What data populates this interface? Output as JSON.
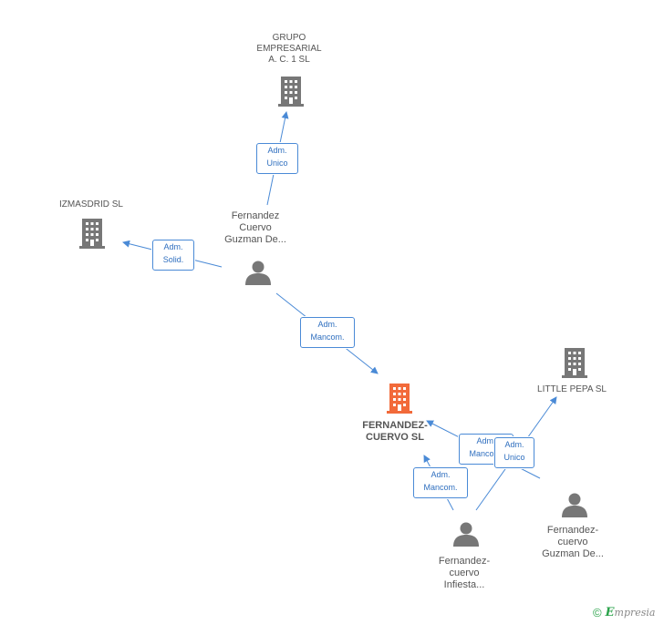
{
  "nodes": {
    "grupo": {
      "label": "GRUPO\nEMPRESARIAL\nA. C. 1 SL"
    },
    "izmasdrid": {
      "label": "IZMASDRID SL"
    },
    "fernandez_cuervo_sl": {
      "label": "FERNANDEZ-\nCUERVO SL"
    },
    "little_pepa": {
      "label": "LITTLE PEPA  SL"
    },
    "person_guzman_top": {
      "label": "Fernandez\nCuervo\nGuzman De..."
    },
    "person_infiesta": {
      "label": "Fernandez-\ncuervo\nInfiesta..."
    },
    "person_guzman_bottom": {
      "label": "Fernandez-\ncuervo\nGuzman De..."
    }
  },
  "edges": {
    "to_grupo": "Adm.\nUnico",
    "to_izmasdrid": "Adm.\nSolid.",
    "to_main_top": "Adm.\nMancom.",
    "to_main_infiesta": "Adm.\nMancom.",
    "to_main_right": "Adm.\nMancom.",
    "to_little_pepa": "Adm.\nUnico"
  },
  "footer": {
    "copyright": "©",
    "brand_first": "E",
    "brand_rest": "mpresia"
  },
  "colors": {
    "company": "#777777",
    "main_company": "#f26a3a",
    "edge": "#4a8ad6",
    "person": "#777777"
  }
}
